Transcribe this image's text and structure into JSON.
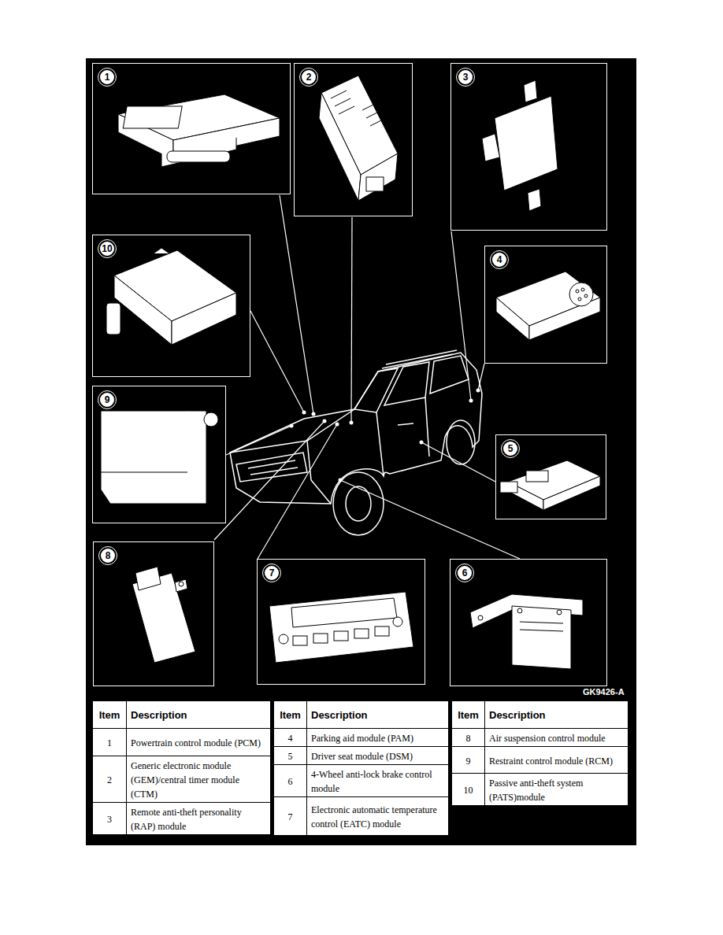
{
  "diagram": {
    "nodes": [
      {
        "text": [
          "1"
        ]
      },
      {
        "text": [
          "2"
        ]
      },
      {
        "text": [
          "3"
        ]
      },
      {
        "text": [
          "10"
        ]
      },
      {
        "text": [
          "4"
        ]
      },
      {
        "text": [
          "9"
        ]
      },
      {
        "text": [
          "5"
        ]
      },
      {
        "text": [
          "8"
        ]
      },
      {
        "text": [
          "7"
        ]
      },
      {
        "text": [
          "6"
        ]
      }
    ],
    "labels": [
      "GK9426-A",
      "Item",
      "Description",
      "1",
      "Powertrain control module (PCM)",
      "2",
      "Generic electronic module (GEM)/central timer module (CTM)",
      "3",
      "Remote anti-theft personality (RAP) module",
      "Item",
      "Description",
      "4",
      "Parking aid module (PAM)",
      "5",
      "Driver seat module (DSM)",
      "6",
      "4-Wheel anti-lock brake control module",
      "7",
      "Electronic automatic temperature control (EATC) module",
      "Item",
      "Description",
      "8",
      "Air suspension control module",
      "9",
      "Restraint control module (RCM)",
      "10",
      "Passive anti-theft system (PATS)module"
    ]
  }
}
